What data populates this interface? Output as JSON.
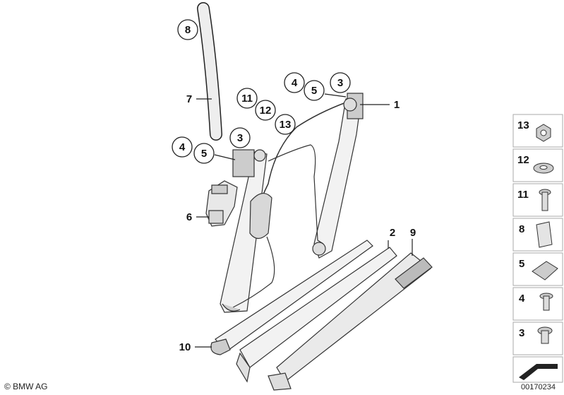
{
  "callouts": {
    "c8": "8",
    "c7": "7",
    "c4a": "4",
    "c5a": "5",
    "c3a": "3",
    "c1": "1",
    "c11": "11",
    "c12": "12",
    "c13": "13",
    "c4b": "4",
    "c5b": "5",
    "c3b": "3",
    "c6": "6",
    "c2": "2",
    "c9": "9",
    "c10": "10"
  },
  "side_parts": [
    "13",
    "12",
    "11",
    "8",
    "5",
    "4",
    "3"
  ],
  "footer": {
    "copyright": "© BMW AG",
    "diagram_id": "00170234"
  }
}
